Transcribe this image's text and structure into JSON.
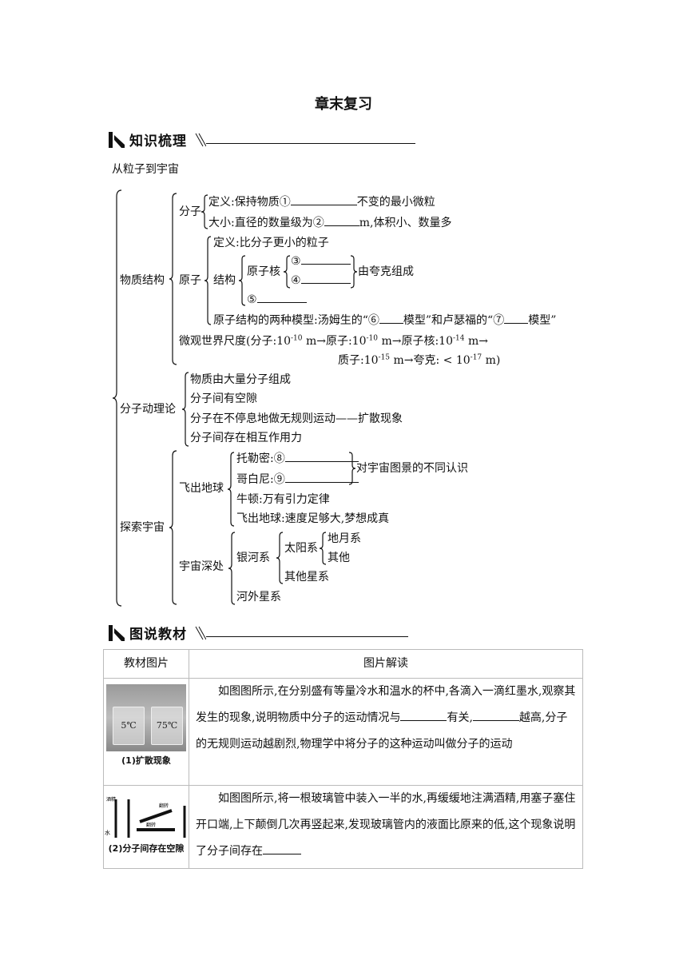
{
  "doc": {
    "title": "章末复习"
  },
  "sections": {
    "s1": "知识梳理",
    "s2": "图说教材"
  },
  "topic": "从粒子到宇宙",
  "tree": {
    "wuzhi": "物质结构",
    "fenzi": "分子",
    "fz_def_a": "定义:保持物质①",
    "fz_def_b": "不变的最小微粒",
    "fz_size_a": "大小:直径的数量级为②",
    "fz_size_b": "m,体积小、数量多",
    "yuanzi": "原子",
    "yz_def": "定义:比分子更小的粒子",
    "jiegou": "结构",
    "yzh": "原子核",
    "c3": "③",
    "c4": "④",
    "c5": "⑤",
    "kuake": "由夸克组成",
    "model_a": "原子结构的两种模型:汤姆生的“⑥",
    "model_b": "模型”和卢瑟福的“⑦",
    "model_c": "模型”",
    "scale1_a": "微观世界尺度(分子:10",
    "scale1_e1": "-10",
    "scale1_b": " m→原子:10",
    "scale1_e2": "-10",
    "scale1_c": " m→原子核:10",
    "scale1_e3": "-14",
    "scale1_d": " m→",
    "scale2_a": "质子:10",
    "scale2_e1": "-15",
    "scale2_b": " m→夸克: < 10",
    "scale2_e2": "-17",
    "scale2_c": " m)",
    "dongli": "分子动理论",
    "dl1": "物质由大量分子组成",
    "dl2": "分子间有空隙",
    "dl3": "分子在不停息地做无规则运动——扩散现象",
    "dl4": "分子间存在相互作用力",
    "tansuo": "探索宇宙",
    "feichu": "飞出地球",
    "tuolemi": "托勒密:⑧",
    "gebaini": "哥白尼:⑨",
    "renshi": "对宇宙图景的不同认识",
    "niudun": "牛顿:万有引力定律",
    "feichu2": "飞出地球:速度足够大,梦想成真",
    "shenchu": "宇宙深处",
    "yinhe": "银河系",
    "taiyang": "太阳系",
    "diyue": "地月系",
    "qita": "其他",
    "qitaxing": "其他星系",
    "hewai": "河外星系"
  },
  "table": {
    "h1": "教材图片",
    "h2": "图片解读",
    "img1_t1": "5℃",
    "img1_t2": "75℃",
    "img1_cap": "(1)扩散现象",
    "r1_a": "如图图所示,在分别盛有等量冷水和温水的杯中,各滴入一滴红墨水,观察其发生的现象,说明物质中分子的运动情况与",
    "r1_b": "有关,",
    "r1_c": "越高,分子的无规则运动越剧烈,物理学中将分子的这种运动叫做分子的运动",
    "img2_l1": "酒精",
    "img2_l2": "翻转",
    "img2_l3": "翻转",
    "img2_l4": "水",
    "img2_cap": "(2)分子间存在空隙",
    "r2_a": "如图图所示,将一根玻璃管中装入一半的水,再缓缓地注满酒精,用塞子塞住开口端,上下颠倒几次再竖起来,发现玻璃管内的液面比原来的低,这个现象说明了分子间存在"
  }
}
